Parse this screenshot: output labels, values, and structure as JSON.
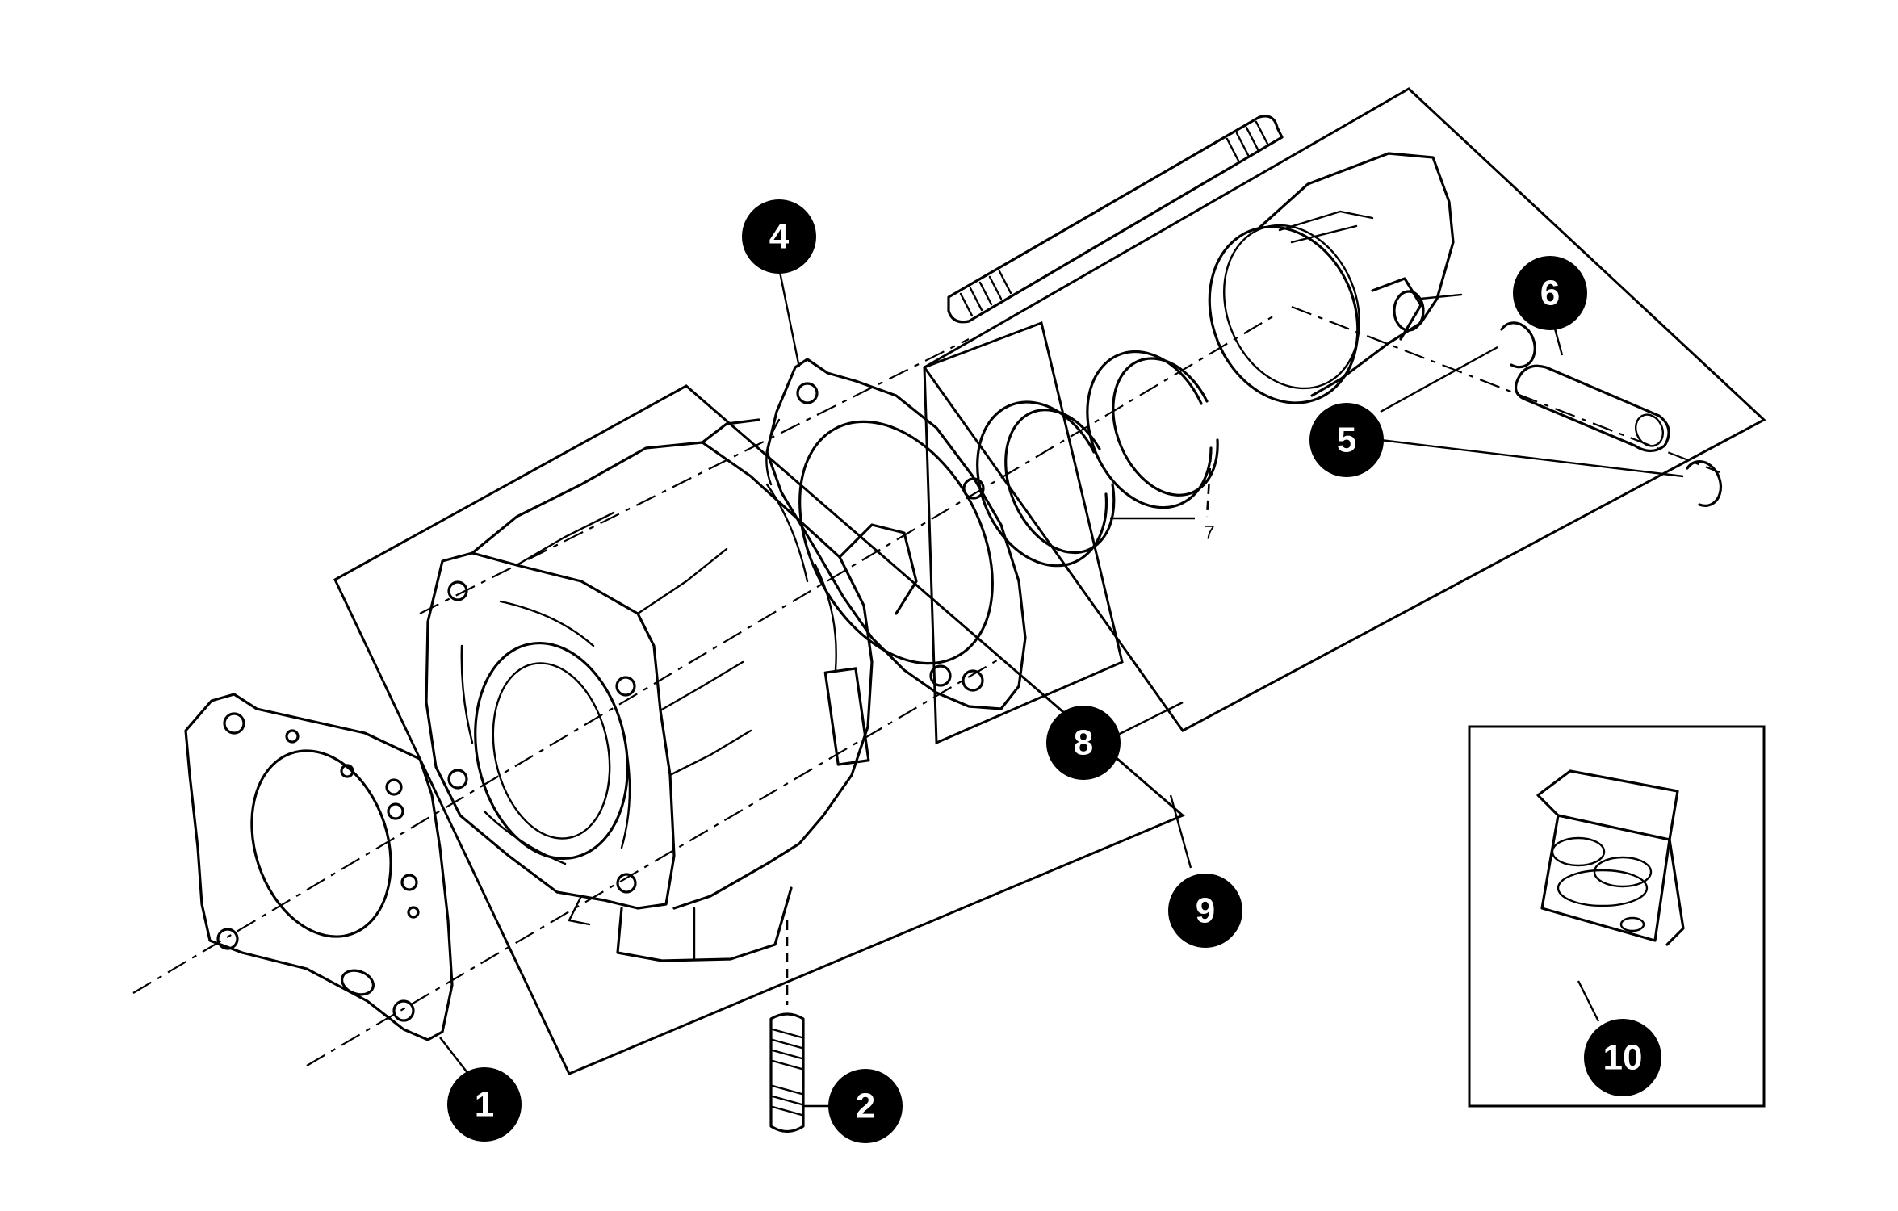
{
  "callouts": {
    "c1": "1",
    "c2": "2",
    "c4": "4",
    "c5": "5",
    "c6": "6",
    "c8": "8",
    "c9": "9",
    "c10": "10"
  },
  "ring_label": "7",
  "colors": {
    "ink": "#000000",
    "paper": "#ffffff"
  }
}
